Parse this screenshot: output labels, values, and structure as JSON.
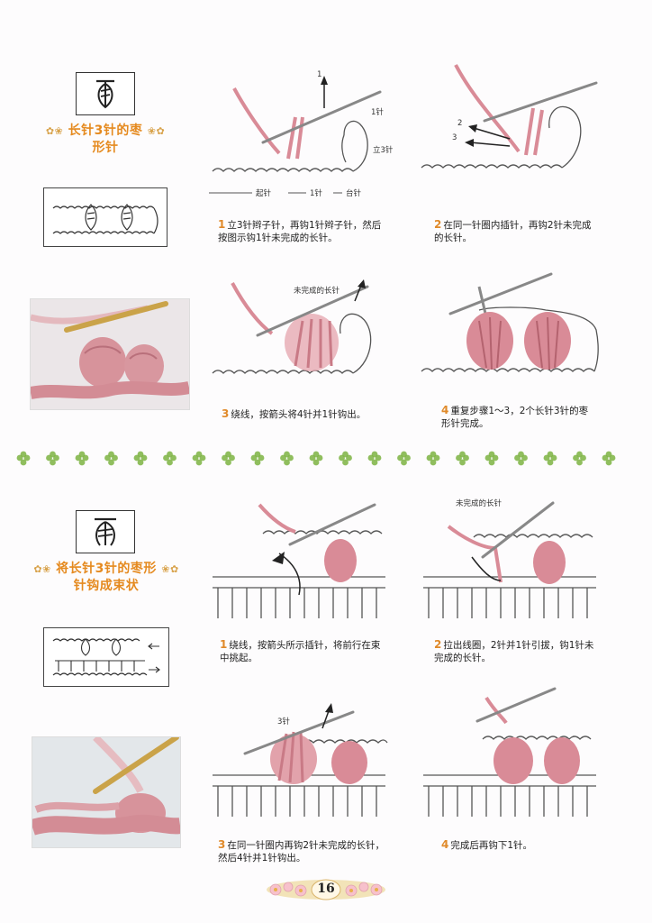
{
  "section1": {
    "title_line1": "长针3针的枣",
    "title_line2": "形针",
    "steps": [
      {
        "num": "1",
        "text": "立3针辫子针，再钩1针辫子针，然后按图示钩1针未完成的长针。"
      },
      {
        "num": "2",
        "text": "在同一针圈内插针，再钩2针未完成的长针。"
      },
      {
        "num": "3",
        "text": "绕线，按箭头将4针并1针钩出。"
      },
      {
        "num": "4",
        "text": "重复步骤1～3，2个长针3针的枣形针完成。"
      }
    ],
    "labels": {
      "arrow1": "1",
      "needle1": "1针",
      "stand3": "立3针",
      "start": "起针",
      "one_stitch": "1针",
      "base": "台针",
      "arrow2": "2",
      "arrow3": "3",
      "unfinished": "未完成的长针"
    }
  },
  "section2": {
    "title_line1": "将长针3针的枣形",
    "title_line2": "针钩成束状",
    "steps": [
      {
        "num": "1",
        "text": "绕线，按箭头所示插针，将前行在束中挑起。"
      },
      {
        "num": "2",
        "text": "拉出线圈，2针并1针引拔，钩1针未完成的长针。"
      },
      {
        "num": "3",
        "text": "在同一针圈内再钩2针未完成的长针，然后4针并1针钩出。"
      },
      {
        "num": "4",
        "text": "完成后再钩下1针。"
      }
    ],
    "labels": {
      "unfinished": "未完成的长针",
      "three": "3针"
    }
  },
  "footer": {
    "page_number": "16"
  },
  "colors": {
    "accent_orange": "#e58a1f",
    "yarn_pink": "#d98b97",
    "leaf_green": "#7cb342"
  }
}
